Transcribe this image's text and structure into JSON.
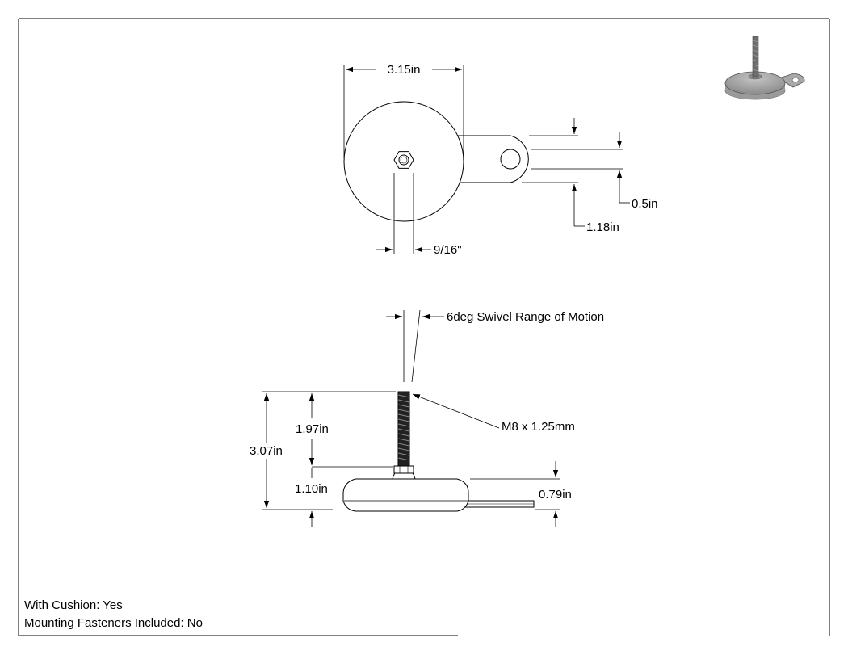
{
  "views": {
    "top": {
      "dim_diameter": "3.15in",
      "dim_hex": "9/16\"",
      "dim_slot": "0.5in",
      "dim_tab": "1.18in"
    },
    "side": {
      "dim_swivel": "6deg Swivel Range of Motion",
      "dim_thread": "M8 x 1.25mm",
      "dim_overall_height": "3.07in",
      "dim_stud_height": "1.97in",
      "dim_base_height": "1.10in",
      "dim_tab_height": "0.79in"
    }
  },
  "notes": {
    "cushion": "With Cushion: Yes",
    "fasteners": "Mounting Fasteners Included: No"
  },
  "colors": {
    "part_fill": "#ffffff",
    "iso_base": "#9a9a9a",
    "iso_stud": "#6e6e6e"
  }
}
